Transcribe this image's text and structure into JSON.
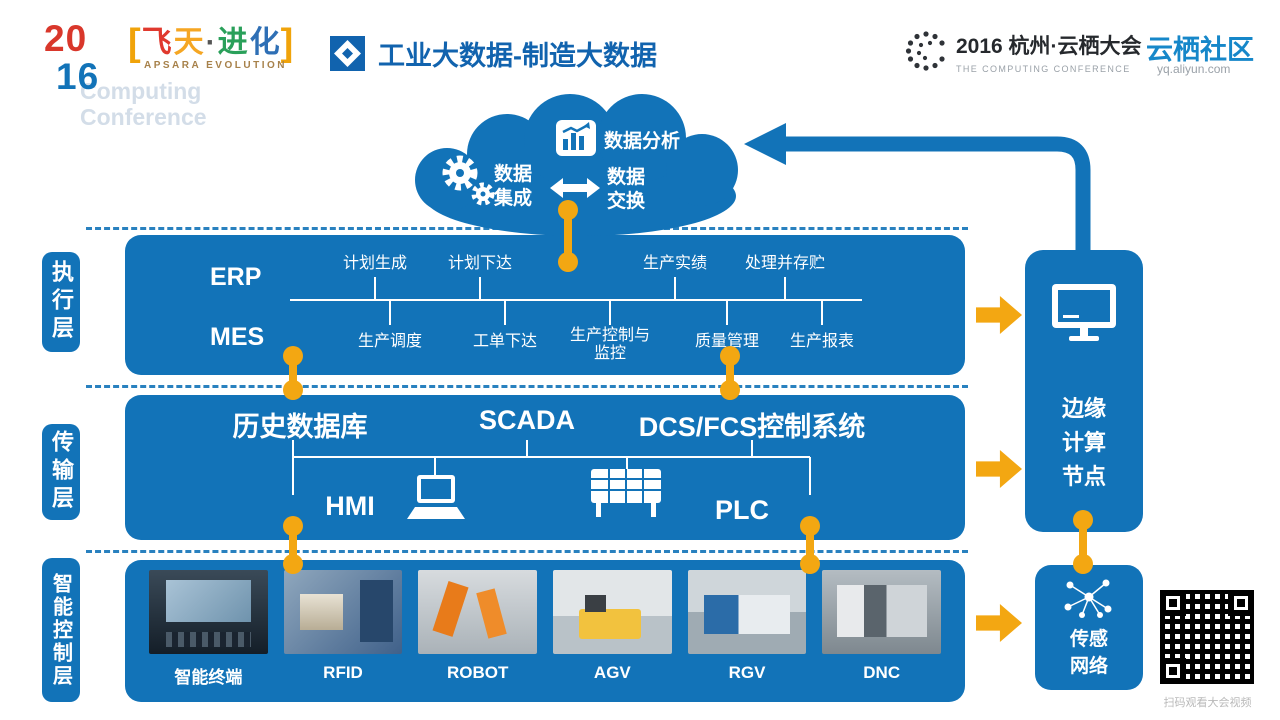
{
  "colors": {
    "primary_blue": "#1273b8",
    "gold": "#f3a712",
    "title_blue": "#1163ae",
    "community_blue": "#1687c9"
  },
  "header": {
    "year_top": "20",
    "year_bottom": "16",
    "ghost_line1": "Computing",
    "ghost_line2": "Conference",
    "bracket_left": "[",
    "bracket_right": "]",
    "apsara_chars": [
      "飞",
      "天",
      "·",
      "进",
      "化"
    ],
    "apsara_sub": "APSARA EVOLUTION",
    "title_main": "工业大数据",
    "title_sub": "-制造大数据",
    "conf_name": "2016 杭州·云栖大会",
    "conf_sub": "THE COMPUTING CONFERENCE",
    "community": "云栖社区",
    "community_url": "yq.aliyun.com"
  },
  "cloud": {
    "integration": "数据集成",
    "analysis": "数据分析",
    "exchange": "数据交换"
  },
  "execution_layer": {
    "label": "执行层",
    "systems": [
      "ERP",
      "MES"
    ],
    "top_items": [
      "计划生成",
      "计划下达",
      "生产实绩",
      "处理并存贮"
    ],
    "bottom_items": [
      "生产调度",
      "工单下达",
      "生产控制与监控",
      "质量管理",
      "生产报表"
    ]
  },
  "transport_layer": {
    "label": "传输层",
    "top_items": [
      "历史数据库",
      "SCADA",
      "DCS/FCS控制系统"
    ],
    "bottom_items": [
      "HMI",
      "PLC"
    ]
  },
  "control_layer": {
    "label": "智能控制层",
    "devices": [
      "智能终端",
      "RFID",
      "ROBOT",
      "AGV",
      "RGV",
      "DNC"
    ]
  },
  "right_column": {
    "edge_node": "边缘计算节点",
    "sensor_network": "传感网络",
    "qr_caption": "扫码观看大会视频"
  }
}
